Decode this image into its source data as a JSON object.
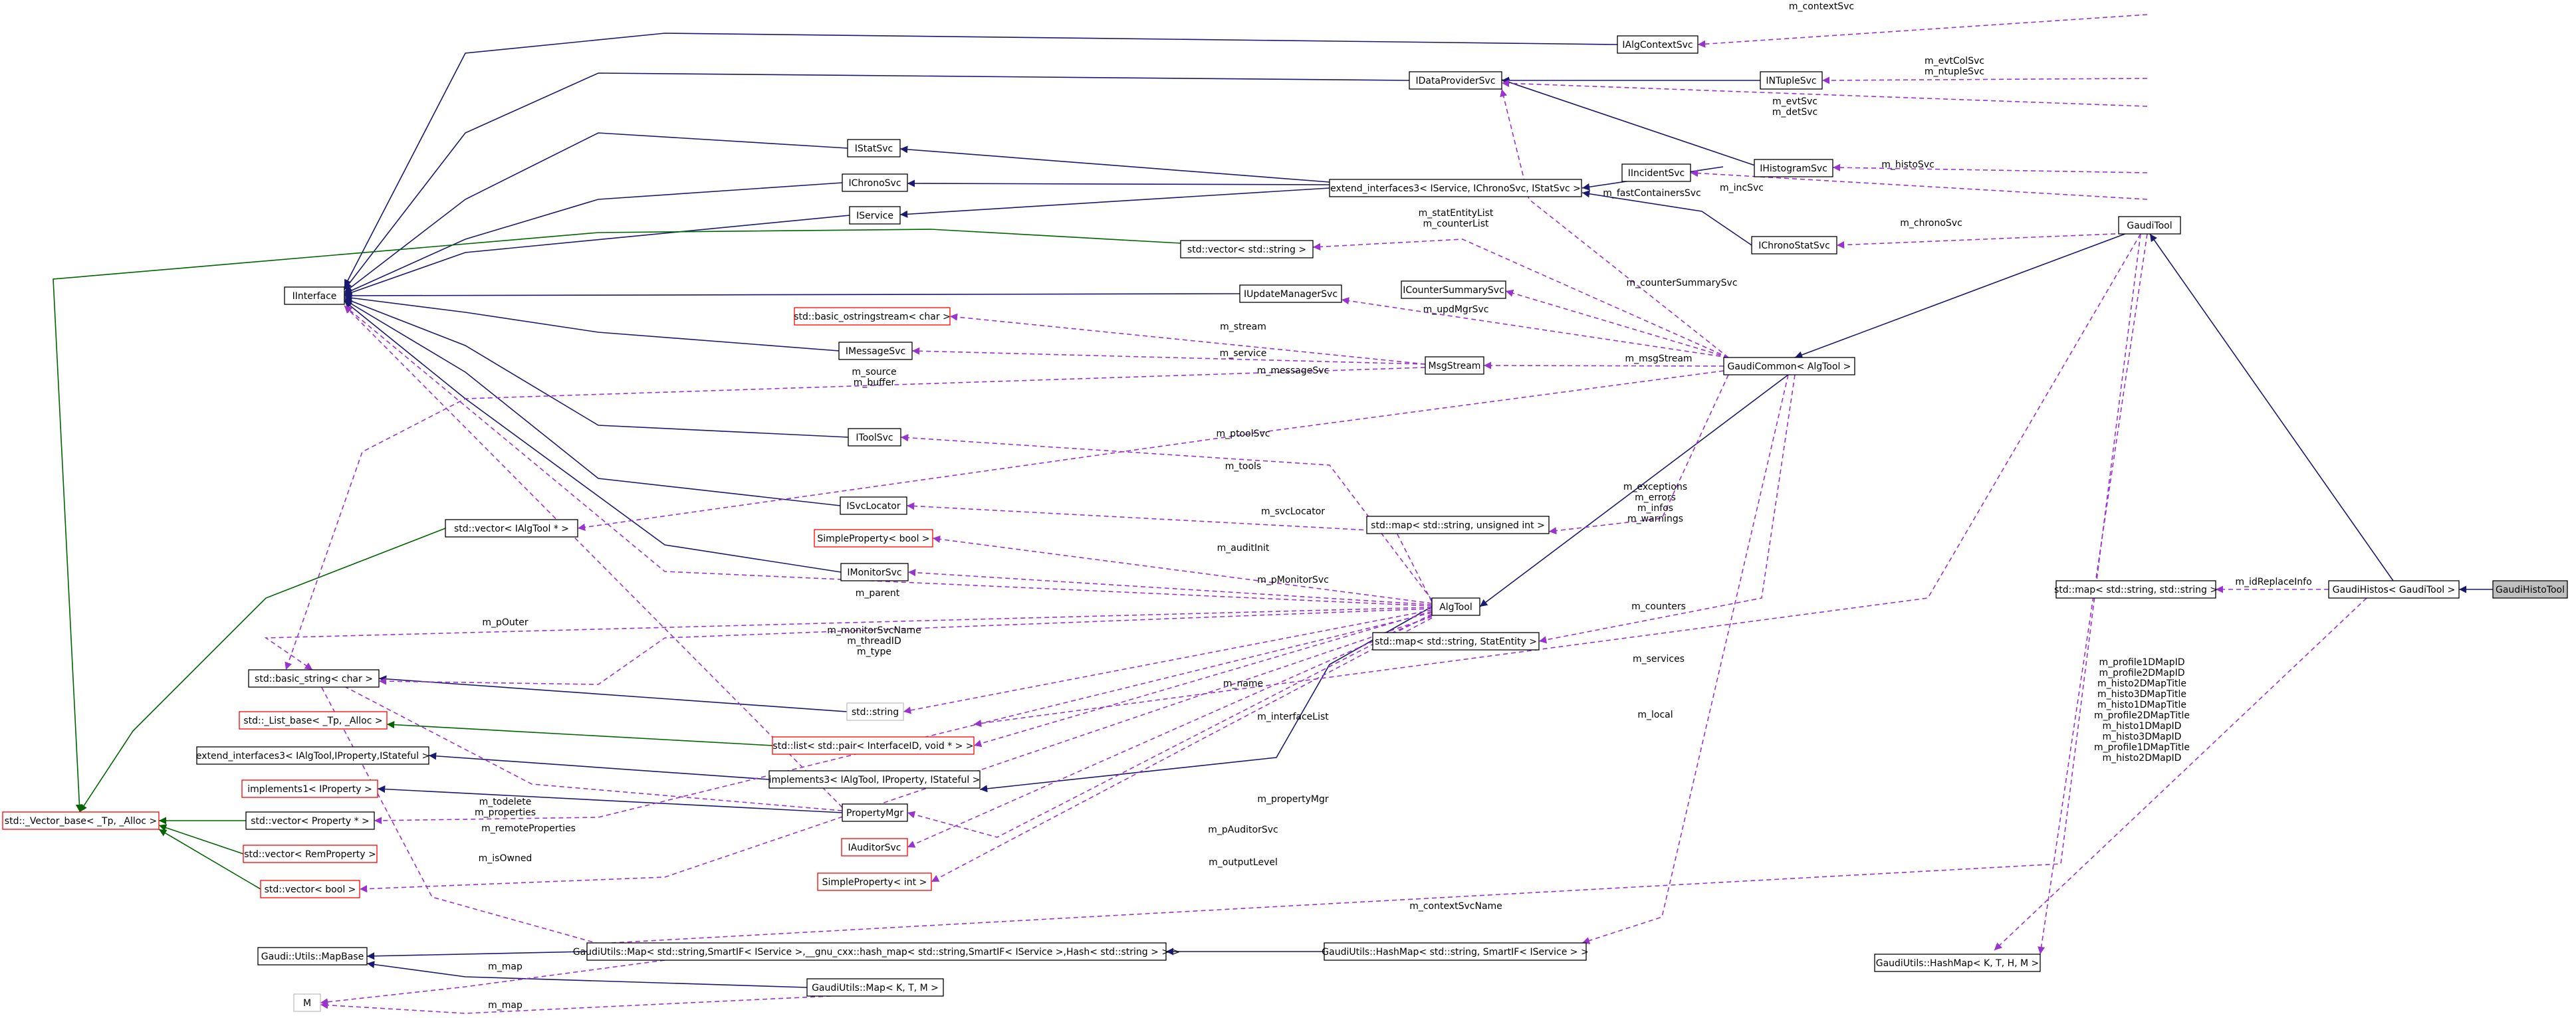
{
  "colors": {
    "inherit_edge": "#191970",
    "template_edge": "#006400",
    "usage_edge": "#9a32cd",
    "node_border": "#000000",
    "undocumented_border": "#ff0000",
    "ghost_border": "#bfbfbf",
    "focus_fill": "#bfbfbf",
    "label_text": "#000000"
  },
  "nodes": {
    "GaudiHistoTool": "GaudiHistoTool",
    "GaudiHistos": "GaudiHistos< GaudiTool >",
    "GaudiTool": "GaudiTool",
    "GaudiCommon": "GaudiCommon< AlgTool >",
    "AlgTool": "AlgTool",
    "IInterface": "IInterface",
    "IAlgContextSvc": "IAlgContextSvc",
    "IDataProviderSvc": "IDataProviderSvc",
    "INTupleSvc": "INTupleSvc",
    "IStatSvc": "IStatSvc",
    "IChronoSvc": "IChronoSvc",
    "IService": "IService",
    "extend_interfaces3_svc": "extend_interfaces3< IService, IChronoSvc, IStatSvc >",
    "IIncidentSvc": "IIncidentSvc",
    "IHistogramSvc": "IHistogramSvc",
    "IChronoStatSvc": "IChronoStatSvc",
    "vector_string": "std::vector< std::string >",
    "ICounterSummarySvc": "ICounterSummarySvc",
    "IUpdateManagerSvc": "IUpdateManagerSvc",
    "basic_ostringstream": "std::basic_ostringstream< char >",
    "IMessageSvc": "IMessageSvc",
    "MsgStream": "MsgStream",
    "IToolSvc": "IToolSvc",
    "vector_IAlgTool": "std::vector< IAlgTool * >",
    "ISvcLocator": "ISvcLocator",
    "SimpleProperty_bool": "SimpleProperty< bool >",
    "IMonitorSvc": "IMonitorSvc",
    "map_int": "std::map< std::string, unsigned int >",
    "map_StatEntity": "std::map< std::string, StatEntity >",
    "map_string_string": "std::map< std::string, std::string >",
    "basic_string": "std::basic_string< char >",
    "std_string": "std::string",
    "List_base": "std::_List_base< _Tp, _Alloc >",
    "list_pair": "std::list< std::pair< InterfaceID, void * > >",
    "extend_interfaces3_prop": "extend_interfaces3< IAlgTool,IProperty,IStateful >",
    "implements3": "implements3< IAlgTool, IProperty, IStateful >",
    "implements1": "implements1< IProperty >",
    "Vector_base": "std::_Vector_base< _Tp, _Alloc >",
    "vector_Property": "std::vector< Property * >",
    "PropertyMgr": "PropertyMgr",
    "vector_RemProperty": "std::vector< RemProperty >",
    "IAuditorSvc": "IAuditorSvc",
    "vector_bool": "std::vector< bool >",
    "SimpleProperty_int": "SimpleProperty< int >",
    "MapBase": "Gaudi::Utils::MapBase",
    "GaudiUtilsMap_long": "GaudiUtils::Map< std::string,SmartIF< IService >,__gnu_cxx::hash_map< std::string,SmartIF< IService >,Hash< std::string > > >",
    "GaudiUtilsHashMap_svc": "GaudiUtils::HashMap< std::string, SmartIF< IService > >",
    "GaudiUtilsHashMap_KTHM": "GaudiUtils::HashMap< K, T, H, M >",
    "M": "M",
    "GaudiUtilsMap_KTM": "GaudiUtils::Map< K, T, M >"
  },
  "labels": {
    "contextSvc": "m_contextSvc",
    "evtColSvc": "m_evtColSvc",
    "ntupleSvc": "m_ntupleSvc",
    "evtSvc": "m_evtSvc",
    "detSvc": "m_detSvc",
    "histoSvc": "m_histoSvc",
    "incSvc": "m_incSvc",
    "fastContainersSvc": "m_fastContainersSvc",
    "chronoSvc": "m_chronoSvc",
    "statEntityList": "m_statEntityList",
    "counterList": "m_counterList",
    "counterSummarySvc": "m_counterSummarySvc",
    "updMgrSvc": "m_updMgrSvc",
    "stream": "m_stream",
    "service": "m_service",
    "msgStream": "m_msgStream",
    "source": "m_source",
    "buffer": "m_buffer",
    "messageSvc": "m_messageSvc",
    "ptoolSvc": "m_ptoolSvc",
    "tools": "m_tools",
    "svcLocator": "m_svcLocator",
    "exceptions": "m_exceptions",
    "errors": "m_errors",
    "infos": "m_infos",
    "warnings": "m_warnings",
    "auditInit": "m_auditInit",
    "idReplaceInfo": "m_idReplaceInfo",
    "pMonitorSvc": "m_pMonitorSvc",
    "parent": "m_parent",
    "pOuter": "m_pOuter",
    "counters": "m_counters",
    "monitorSvcName": "m_monitorSvcName",
    "threadID": "m_threadID",
    "type": "m_type",
    "services": "m_services",
    "name": "m_name",
    "interfaceList": "m_interfaceList",
    "local": "m_local",
    "todelete": "m_todelete",
    "properties": "m_properties",
    "remoteProperties": "m_remoteProperties",
    "propertyMgr": "m_propertyMgr",
    "pAuditorSvc": "m_pAuditorSvc",
    "isOwned": "m_isOwned",
    "outputLevel": "m_outputLevel",
    "contextSvcName": "m_contextSvcName",
    "map1": "m_map",
    "map2": "m_map",
    "histoIDs": [
      "m_profile1DMapID",
      "m_profile2DMapID",
      "m_histo2DMapTitle",
      "m_histo3DMapTitle",
      "m_histo1DMapTitle",
      "m_profile2DMapTitle",
      "m_histo1DMapID",
      "m_histo3DMapID",
      "m_profile1DMapTitle",
      "m_histo2DMapID"
    ]
  }
}
